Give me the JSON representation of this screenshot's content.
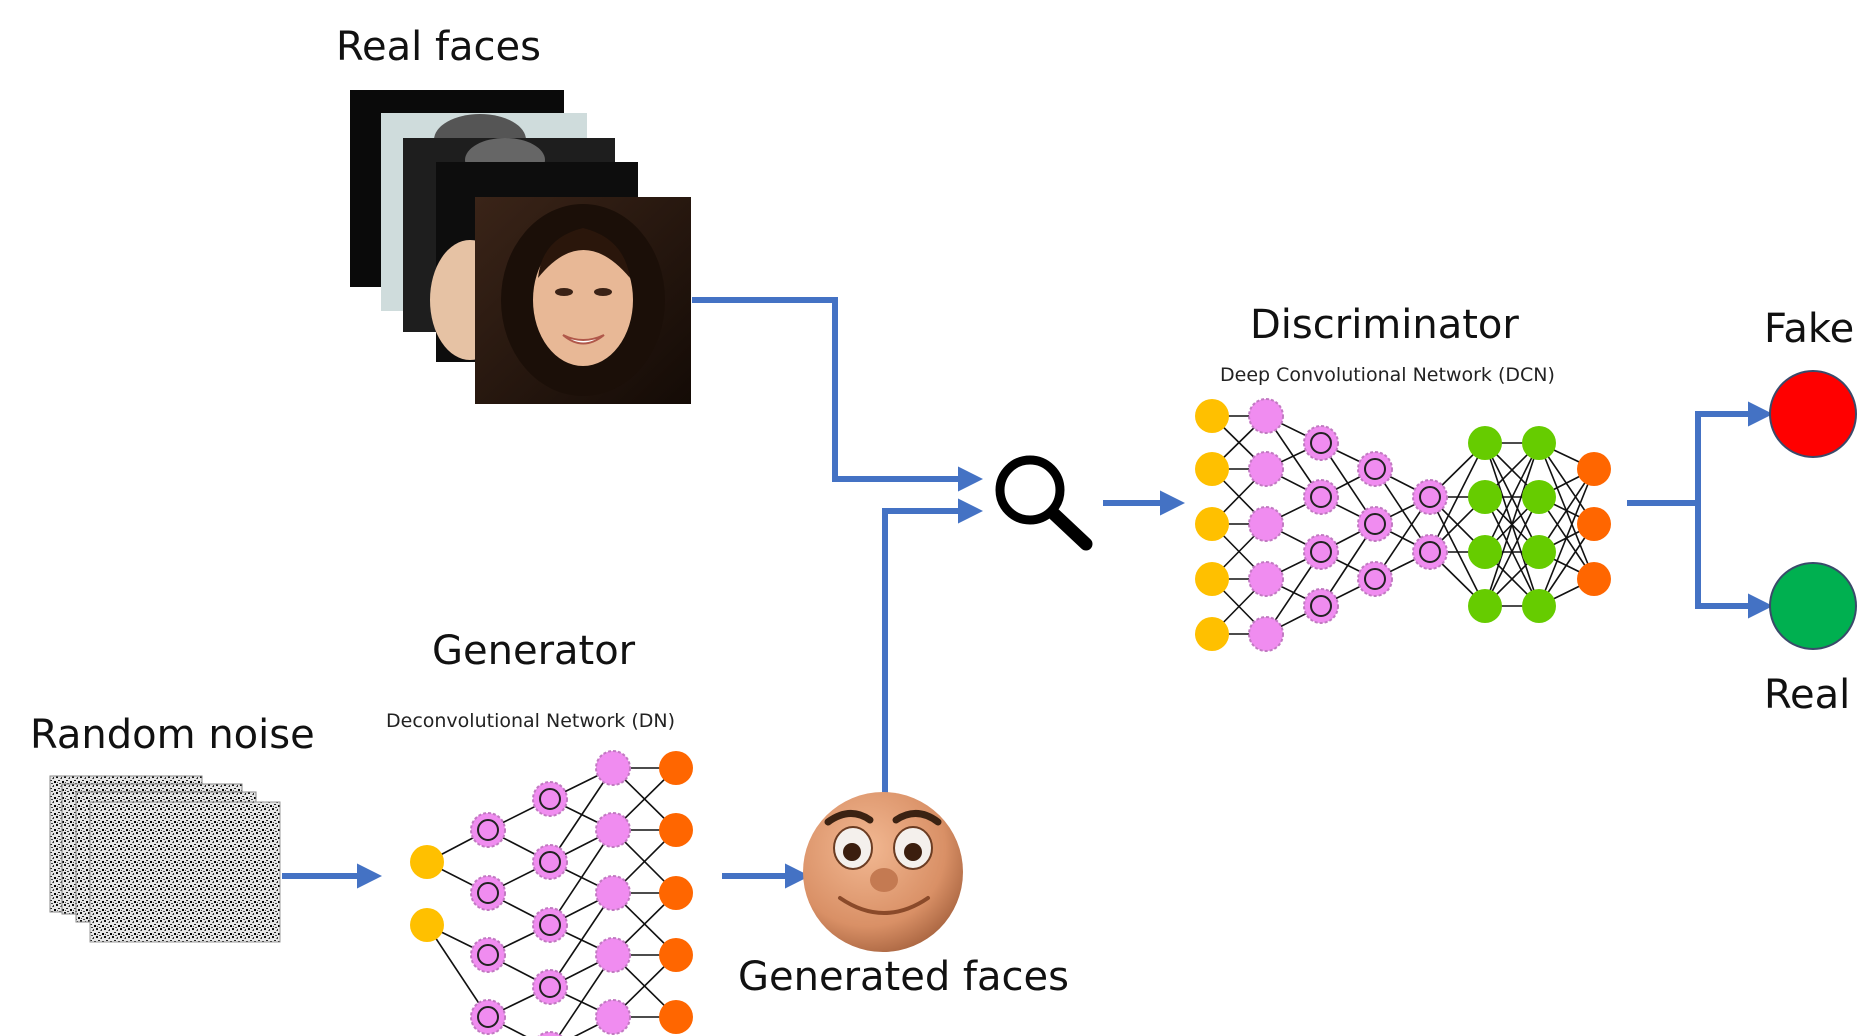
{
  "labels": {
    "real_faces": "Real faces",
    "random_noise": "Random noise",
    "generator": "Generator",
    "generator_sub": "Deconvolutional Network (DN)",
    "generated_faces": "Generated faces",
    "discriminator": "Discriminator",
    "discriminator_sub": "Deep Convolutional Network (DCN)",
    "fake": "Fake",
    "real": "Real"
  },
  "colors": {
    "arrow": "#4472C4",
    "input_node": "#FFC000",
    "hidden_node": "#F08CF0",
    "conv_node": "#66CC00",
    "output_node": "#FF6600",
    "fake": "#FF0000",
    "real": "#00B050",
    "face": "#D99066"
  },
  "icons": {
    "search": "magnifier-icon",
    "generated_face": "cartoon-face-icon"
  }
}
